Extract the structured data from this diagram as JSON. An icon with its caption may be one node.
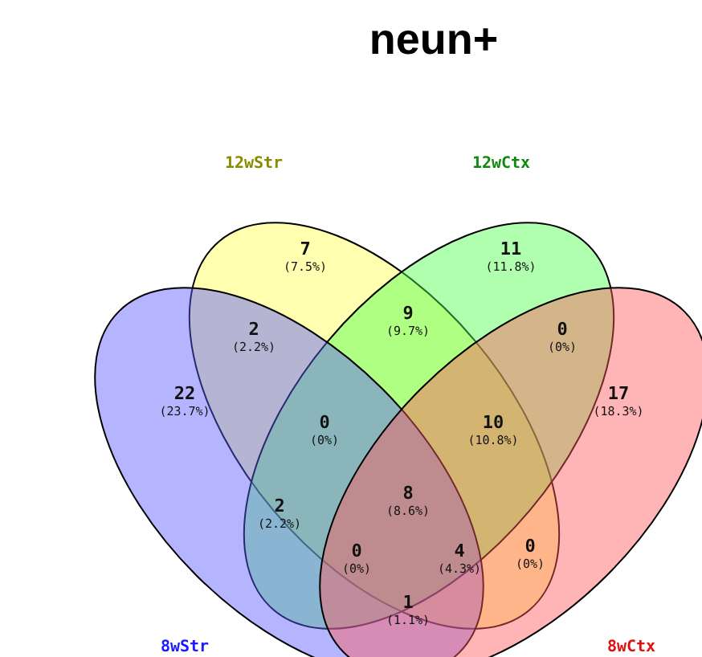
{
  "diagram": {
    "title": "neun+",
    "nodes": [
      {
        "text": [
          "12wStr"
        ]
      },
      {
        "text": [
          "12wCtx"
        ]
      },
      {
        "text": [
          "8wStr"
        ]
      },
      {
        "text": [
          "8wCtx"
        ]
      }
    ],
    "labels": [
      "7",
      "(7.5%)",
      "11",
      "(11.8%)",
      "9",
      "(9.7%)",
      "2",
      "(2.2%)",
      "0",
      "(0%)",
      "22",
      "(23.7%)",
      "17",
      "(18.3%)",
      "0",
      "(0%)",
      "10",
      "(10.8%)",
      "8",
      "(8.6%)",
      "2",
      "(2.2%)",
      "0",
      "(0%)",
      "0",
      "(0%)",
      "4",
      "(4.3%)",
      "1",
      "(1.1%)"
    ]
  }
}
